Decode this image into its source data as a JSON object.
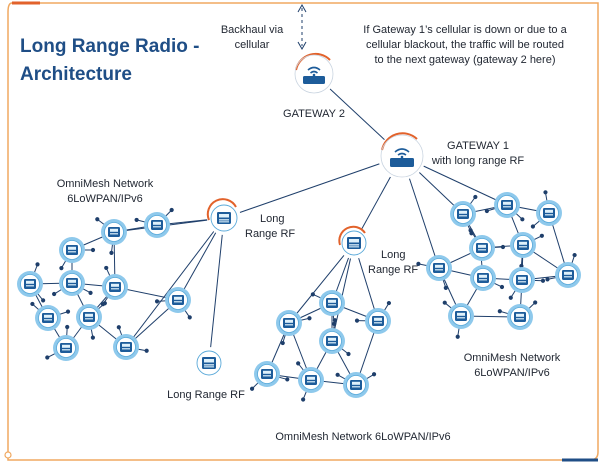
{
  "diagram": {
    "title_line1": "Long Range Radio -",
    "title_line2": "Architecture",
    "backhaul_line1": "Backhaul via",
    "backhaul_line2": "cellular",
    "note_line1": "If Gateway 1’s cellular is down or due to a",
    "note_line2": "cellular blackout, the traffic will be routed",
    "note_line3": "to the next gateway (gateway 2 here)",
    "gateway2_label": "GATEWAY 2",
    "gateway1_line1": "GATEWAY 1",
    "gateway1_line2": "with long range RF",
    "mesh_left_line1": "OmniMesh Network",
    "mesh_left_line2": "6LoWPAN/IPv6",
    "lr_left_line1": "Long",
    "lr_left_line2": "Range RF",
    "lr_center_line1": "Long",
    "lr_center_line2": "Range RF",
    "lr_bottom": "Long Range RF",
    "mesh_right_line1": "OmniMesh Network",
    "mesh_right_line2": "6LoWPAN/IPv6",
    "mesh_bottom": "OmniMesh Network 6LoWPAN/IPv6"
  },
  "colors": {
    "title": "#1f4e86",
    "border": "#f0a860",
    "node_outer": "#8ec9ec",
    "node_inner": "#1d5c9a",
    "gateway_ring": "#e2622b",
    "line": "#1f3f6b"
  }
}
